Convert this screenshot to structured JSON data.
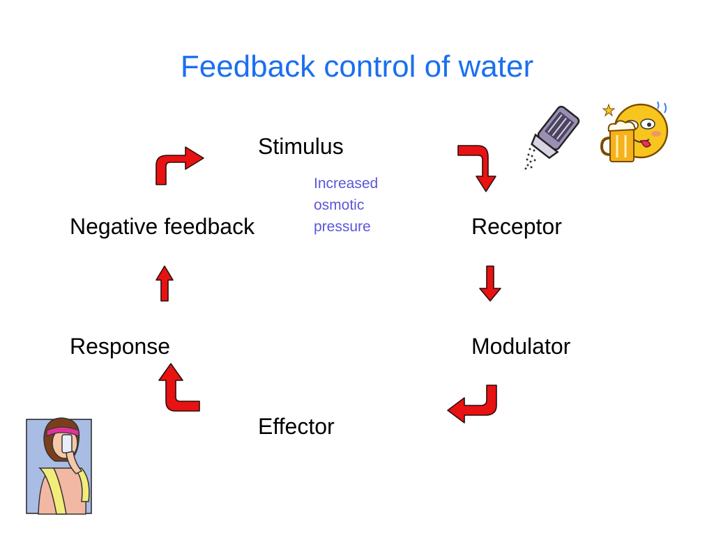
{
  "title": "Feedback control of water",
  "nodes": {
    "stimulus": "Stimulus",
    "receptor": "Receptor",
    "modulator": "Modulator",
    "effector": "Effector",
    "response": "Response",
    "negative_feedback": "Negative feedback"
  },
  "stimulus_note": [
    "Increased",
    "osmotic",
    "pressure"
  ],
  "colors": {
    "title": "#1a6ff0",
    "note": "#5a57d8",
    "arrow": "#e81212"
  },
  "icons": [
    "salt-shaker-icon",
    "drunk-face-with-beer-icon",
    "woman-drinking-water-icon"
  ]
}
